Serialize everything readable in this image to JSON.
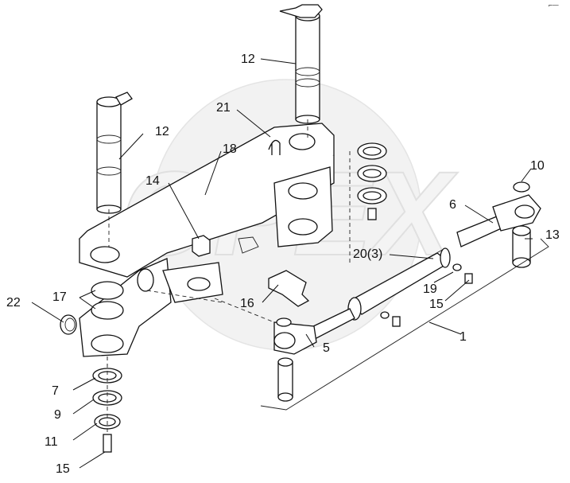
{
  "watermark": "OPEX",
  "corner_mark": "⌐—",
  "labels": {
    "l1": "1",
    "l5": "5",
    "l6": "6",
    "l7": "7",
    "l9": "9",
    "l10": "10",
    "l11": "11",
    "l12a": "12",
    "l12b": "12",
    "l13": "13",
    "l14": "14",
    "l15a": "15",
    "l15b": "15",
    "l16": "16",
    "l17": "17",
    "l18": "18",
    "l19": "19",
    "l20": "20(3)",
    "l21": "21",
    "l22": "22"
  }
}
